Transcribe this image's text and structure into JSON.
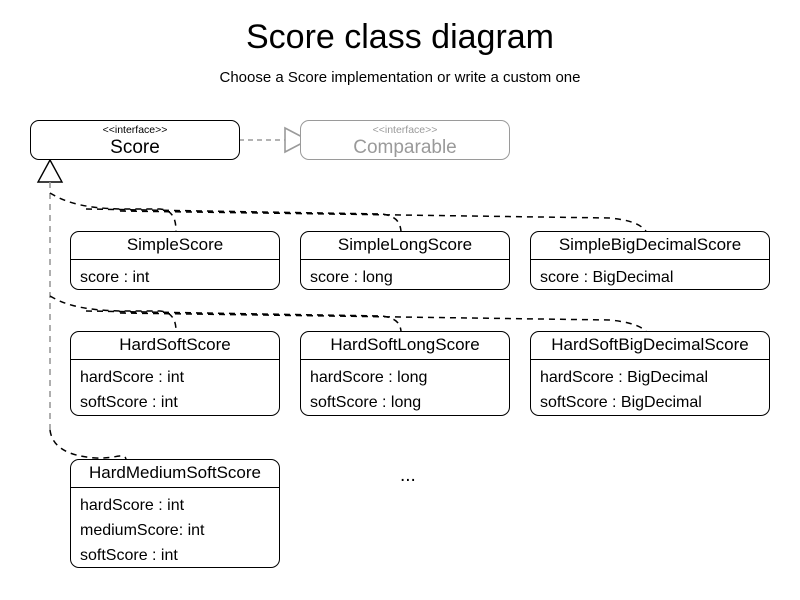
{
  "page": {
    "title": "Score class diagram",
    "subtitle": "Choose a Score implementation or write a custom one",
    "ellipsis": "..."
  },
  "colors": {
    "stroke": "#000000",
    "muted_stroke": "#9a9a9a",
    "trunk": "#9a9a9a",
    "background": "#ffffff",
    "text": "#000000",
    "muted_text": "#9a9a9a"
  },
  "interfaces": [
    {
      "id": "score",
      "stereotype": "<<interface>>",
      "name": "Score",
      "muted": false
    },
    {
      "id": "comparable",
      "stereotype": "<<interface>>",
      "name": "Comparable",
      "muted": true
    }
  ],
  "classes": [
    {
      "id": "simple-score",
      "name": "SimpleScore",
      "attributes": [
        "score : int"
      ]
    },
    {
      "id": "simple-long-score",
      "name": "SimpleLongScore",
      "attributes": [
        "score : long"
      ]
    },
    {
      "id": "simple-big-decimal-score",
      "name": "SimpleBigDecimalScore",
      "attributes": [
        "score : BigDecimal"
      ]
    },
    {
      "id": "hard-soft-score",
      "name": "HardSoftScore",
      "attributes": [
        "hardScore : int",
        "softScore : int"
      ]
    },
    {
      "id": "hard-soft-long-score",
      "name": "HardSoftLongScore",
      "attributes": [
        "hardScore : long",
        "softScore : long"
      ]
    },
    {
      "id": "hard-soft-big-decimal-score",
      "name": "HardSoftBigDecimalScore",
      "attributes": [
        "hardScore : BigDecimal",
        "softScore : BigDecimal"
      ]
    },
    {
      "id": "hard-medium-soft-score",
      "name": "HardMediumSoftScore",
      "attributes": [
        "hardScore : int",
        "mediumScore: int",
        "softScore : int"
      ]
    }
  ],
  "relationships": {
    "realization": {
      "from": "Score",
      "to": "Comparable",
      "style": "dashed",
      "arrow": "hollow-triangle"
    },
    "generalization": {
      "parent": "Score",
      "arrow": "hollow-triangle",
      "style": "dashed",
      "children": [
        "SimpleScore",
        "SimpleLongScore",
        "SimpleBigDecimalScore",
        "HardSoftScore",
        "HardSoftLongScore",
        "HardSoftBigDecimalScore",
        "HardMediumSoftScore"
      ]
    }
  }
}
